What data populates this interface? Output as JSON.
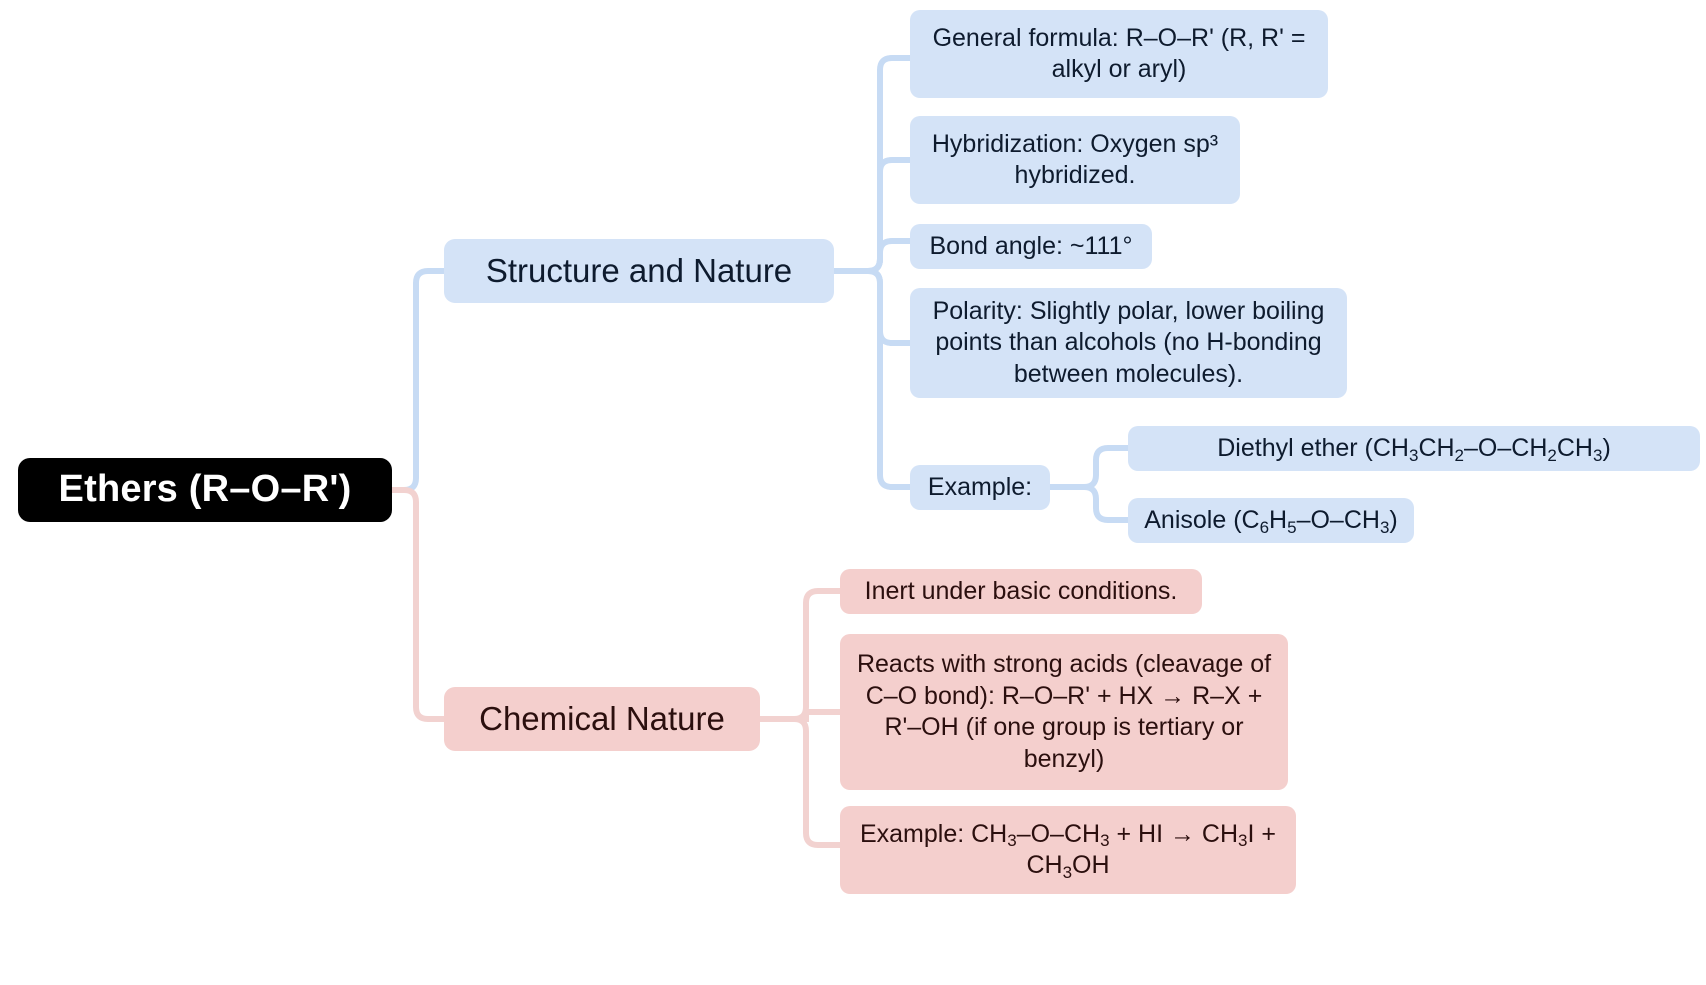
{
  "diagram": {
    "type": "mind-map",
    "title": "Ethers (R–O–R')",
    "colors": {
      "root_bg": "#000000",
      "root_text": "#ffffff",
      "blue_bg": "#d4e3f7",
      "blue_text": "#0e1b2e",
      "pink_bg": "#f4cfcd",
      "pink_text": "#2b0f0e",
      "blue_link": "#c7dbf4",
      "pink_link": "#f2d2d0",
      "background": "#ffffff"
    }
  },
  "root": {
    "label": "Ethers (R–O–R')"
  },
  "branches": [
    {
      "id": "structure-and-nature",
      "label": "Structure and Nature",
      "color": "blue",
      "children": [
        {
          "id": "general-formula",
          "label": "General formula: R–O–R' (R, R' = alkyl or aryl)"
        },
        {
          "id": "hybridization",
          "label": "Hybridization: Oxygen sp³ hybridized."
        },
        {
          "id": "bond-angle",
          "label": "Bond angle: ~111°"
        },
        {
          "id": "polarity",
          "label": "Polarity: Slightly polar, lower boiling points than alcohols (no H-bonding between molecules)."
        },
        {
          "id": "example",
          "label": "Example:",
          "children": [
            {
              "id": "diethyl-ether",
              "label": "Diethyl ether (CH3CH2–O–CH2CH3)"
            },
            {
              "id": "anisole",
              "label": "Anisole (C6H5–O–CH3)"
            }
          ]
        }
      ]
    },
    {
      "id": "chemical-nature",
      "label": "Chemical Nature",
      "color": "pink",
      "children": [
        {
          "id": "inert-basic",
          "label": "Inert under basic conditions."
        },
        {
          "id": "reacts-strong-acids",
          "label": "Reacts with strong acids (cleavage of C–O bond): R–O–R' + HX → R–X + R'–OH (if one group is tertiary or benzyl)"
        },
        {
          "id": "example-reaction",
          "label": "Example: CH3–O–CH3 + HI → CH3I + CH3OH"
        }
      ]
    }
  ]
}
